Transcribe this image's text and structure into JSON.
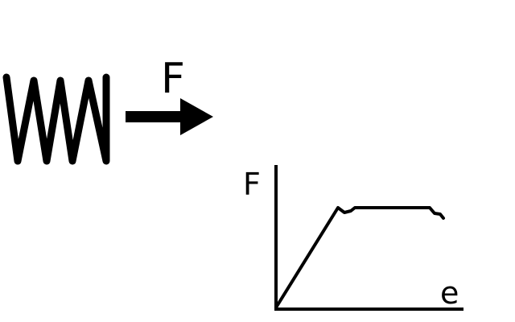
{
  "diagram": {
    "force_arrow_label": "F",
    "graph": {
      "y_axis_label": "F",
      "x_axis_label": "e"
    }
  },
  "colors": {
    "ink": "#000000",
    "background": "#ffffff"
  },
  "icons": {
    "spring": "spring-coil-icon",
    "arrow": "right-arrow-icon"
  }
}
